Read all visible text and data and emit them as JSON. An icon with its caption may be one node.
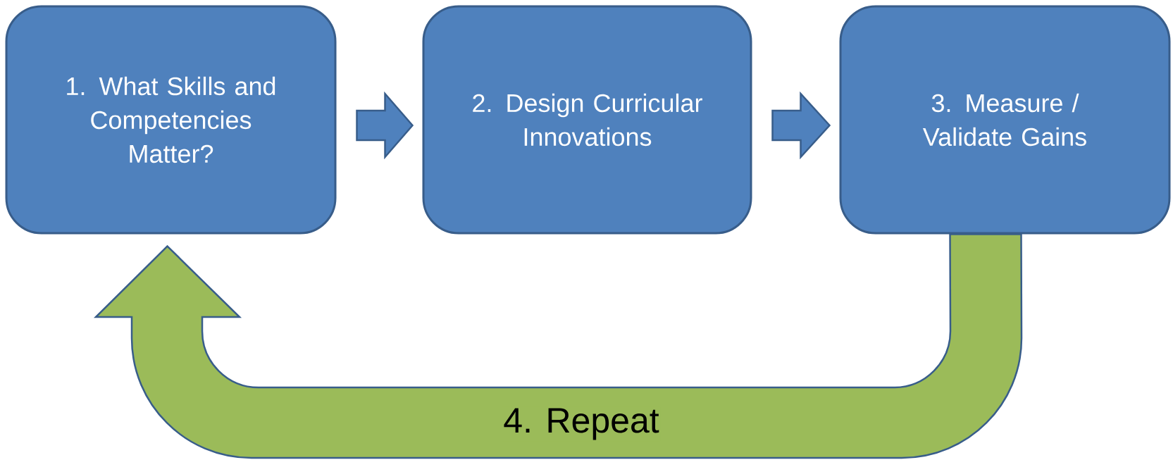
{
  "diagram": {
    "nodes": [
      {
        "text": [
          "1. What Skills and Competencies Matter?"
        ]
      },
      {
        "text": [
          "2. Design Curricular Innovations"
        ]
      },
      {
        "text": [
          "3. Measure / Validate Gains"
        ]
      }
    ],
    "edges": [
      {
        "from": 0,
        "to": 1,
        "arrow": "to"
      },
      {
        "from": 1,
        "to": 2,
        "arrow": "to"
      },
      {
        "from": 2,
        "to": 0,
        "arrow": "to",
        "label": "4. Repeat",
        "color": "#9bbb59"
      }
    ]
  }
}
